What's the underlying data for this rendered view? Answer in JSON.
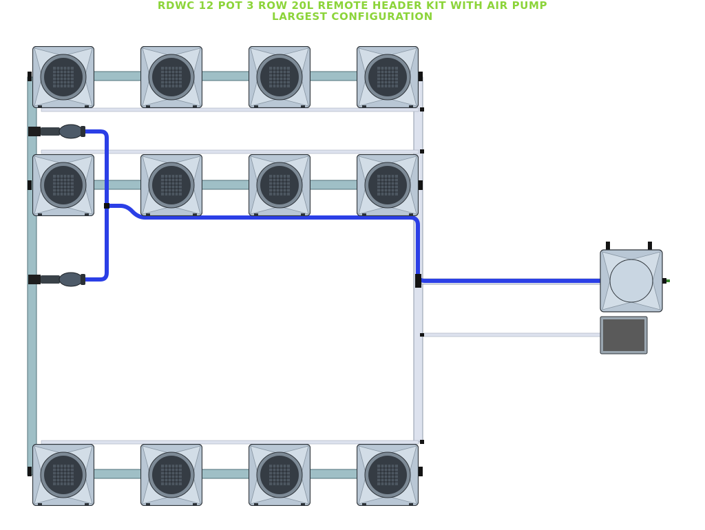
{
  "title": {
    "line1": "RDWC 12 POT 3 ROW 20L REMOTE HEADER KIT WITH AIR PUMP",
    "line2": "LARGEST CONFIGURATION"
  },
  "colors": {
    "title": "#8cd43a",
    "pot_body": "#b7c5d3",
    "pot_dark": "#3d454d",
    "pipe": "#9fbfc6",
    "air_line": "#2b3fe6",
    "return_line": "#dde2ee",
    "pump": "#5a5a5a"
  },
  "components": {
    "grow_pot_count": 12,
    "rows": 3,
    "pots_per_row": 4,
    "header_pot": "remote header tank",
    "air_pump": "air pump",
    "water_pumps": 2
  },
  "icons": [
    "grow-pot-icon",
    "header-tank-icon",
    "air-pump-icon",
    "water-pump-icon",
    "valve-icon"
  ]
}
